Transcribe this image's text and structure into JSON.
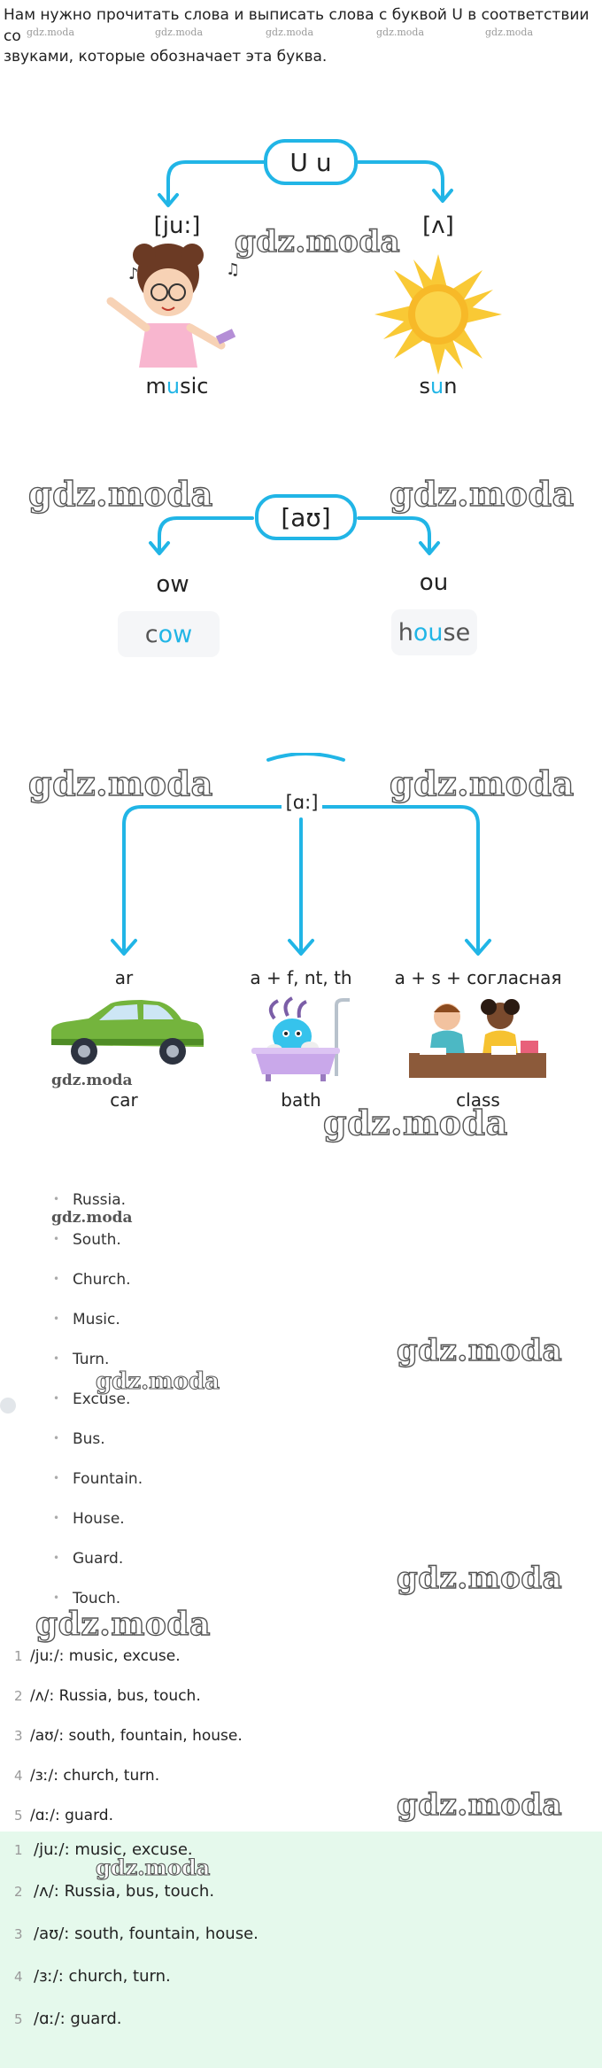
{
  "intro": {
    "line1": "Нам нужно прочитать слова и выписать слова с буквой U в соответствии со",
    "line2": "звуками, которые обозначает эта буква."
  },
  "watermark": "gdz.moda",
  "diagram1": {
    "letter": "U u",
    "left_sound": "[ju:]",
    "right_sound": "[ʌ]",
    "left_word_pre": "m",
    "left_word_hl": "u",
    "left_word_post": "sic",
    "right_word_pre": "s",
    "right_word_hl": "u",
    "right_word_post": "n"
  },
  "diagram2": {
    "sound": "[aʊ]",
    "left_label": "ow",
    "right_label": "ou",
    "left_word_pre": "c",
    "left_word_hl": "ow",
    "right_word_pre": "h",
    "right_word_hl": "ou",
    "right_word_post": "se"
  },
  "diagram3": {
    "sound": "[ɑ:]",
    "col1_label": "ar",
    "col2_label": "a + f, nt, th",
    "col3_label": "a + s + согласная",
    "col1_word": "car",
    "col2_word": "bath",
    "col3_word": "class"
  },
  "words": [
    "Russia.",
    "South.",
    "Church.",
    "Music.",
    "Turn.",
    "Excuse.",
    "Bus.",
    "Fountain.",
    "House.",
    "Guard.",
    "Touch."
  ],
  "answers": [
    {
      "num": "1",
      "text": "/juː/: music, excuse."
    },
    {
      "num": "2",
      "text": "/ʌ/: Russia, bus, touch."
    },
    {
      "num": "3",
      "text": "/aʊ/: south, fountain, house."
    },
    {
      "num": "4",
      "text": "/ɜː/: church, turn."
    },
    {
      "num": "5",
      "text": "/ɑː/: guard."
    }
  ],
  "colors": {
    "accent": "#21b5e6",
    "answer_bg": "#e5f9ec"
  }
}
